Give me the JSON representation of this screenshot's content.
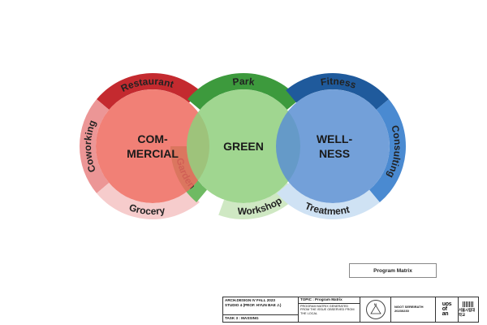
{
  "diagram": {
    "circles": [
      {
        "id": "commercial",
        "lines": [
          "COM-",
          "MERCIAL"
        ],
        "fill": "#ee6a5e",
        "ring": [
          {
            "label": "Restaurant",
            "color": "#c42a2f"
          },
          {
            "label": "Coworking",
            "color": "#ec9696"
          },
          {
            "label": "Grocery",
            "color": "#f6cccc"
          }
        ]
      },
      {
        "id": "green",
        "lines": [
          "GREEN"
        ],
        "fill": "#8fcf7c",
        "ring": [
          {
            "label": "Park",
            "color": "#3d9a3d"
          },
          {
            "label": "Garden",
            "color": "#6fba63"
          },
          {
            "label": "Workshop",
            "color": "#cfe8c3"
          }
        ]
      },
      {
        "id": "wellness",
        "lines": [
          "WELL-",
          "NESS"
        ],
        "fill": "#5b8fd2",
        "ring": [
          {
            "label": "Fitness",
            "color": "#1f5a9c"
          },
          {
            "label": "Consulting",
            "color": "#4a8ad1"
          },
          {
            "label": "Treatment",
            "color": "#cfe2f4"
          }
        ]
      }
    ]
  },
  "caption": "Program Matrix",
  "title_block": {
    "course_line1": "ARCH.DESIGN IV FALL 2023",
    "course_line2": "STUDIO 4  (PROF. HYUN BAE J.)",
    "task": "TASK 3 : MASSING",
    "topic_title": "TOPIC : Program Matrix",
    "topic_desc1": "PROGRAM MATRIX GENERATED",
    "topic_desc2": "FROM THE ISSUE OBSERVED FROM",
    "topic_desc3": "THE LOCAL",
    "logo_letter": "N",
    "student_name": "NGOT SEREIRATH",
    "student_id": "20230230",
    "university": [
      "uos",
      "of",
      "an"
    ],
    "seoul": "서울시립대학교"
  }
}
